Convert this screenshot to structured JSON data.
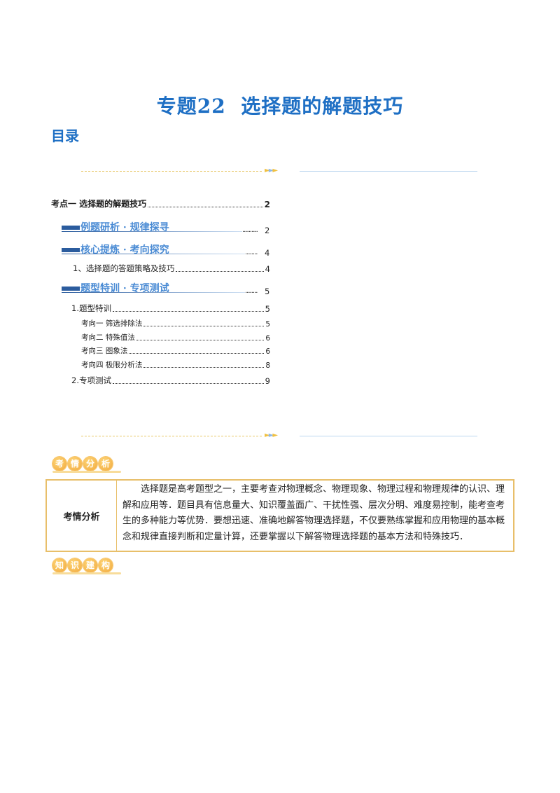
{
  "title": {
    "prefix": "专题",
    "number": "22",
    "main": "选择题的解题技巧"
  },
  "toc_heading": "目录",
  "toc": {
    "top": {
      "label": "考点一  选择题的解题技巧",
      "page": "2"
    },
    "banner1": {
      "label": "例题研析 · 规律探寻",
      "page": "2"
    },
    "banner2": {
      "label": "核心提炼 · 考向探究",
      "page": "4"
    },
    "item_a": {
      "label": "1、选择题的答题策略及技巧",
      "page": "4"
    },
    "banner3": {
      "label": "题型特训 · 专项测试",
      "page": "5"
    },
    "item_b": {
      "label": "1.题型特训",
      "page": "5"
    },
    "sub1": {
      "label": "考向一  筛选排除法",
      "page": "5"
    },
    "sub2": {
      "label": "考向二  特殊值法",
      "page": "6"
    },
    "sub3": {
      "label": "考向三  图象法",
      "page": "6"
    },
    "sub4": {
      "label": "考向四  极限分析法",
      "page": "8"
    },
    "item_c": {
      "label": "2.专项测试",
      "page": "9"
    }
  },
  "badge_kaoqing": [
    "考",
    "情",
    "分",
    "析"
  ],
  "analysis": {
    "head": "考情分析",
    "text": "选择题是高考题型之一，主要考查对物理概念、物理现象、物理过程和物理规律的认识、理解和应用等．题目具有信息量大、知识覆盖面广、干扰性强、层次分明、难度易控制，能考查考生的多种能力等优势．要想迅速、准确地解答物理选择题，不仅要熟练掌握和应用物理的基本概念和规律直接判断和定量计算，还要掌握以下解答物理选择题的基本方法和特殊技巧．"
  },
  "badge_zhishi": [
    "知",
    "识",
    "建",
    "构"
  ],
  "colors": {
    "title_blue": "#1e6fc4",
    "banner_blue": "#4a8bd4",
    "accent_gold": "#e8bf6a"
  }
}
